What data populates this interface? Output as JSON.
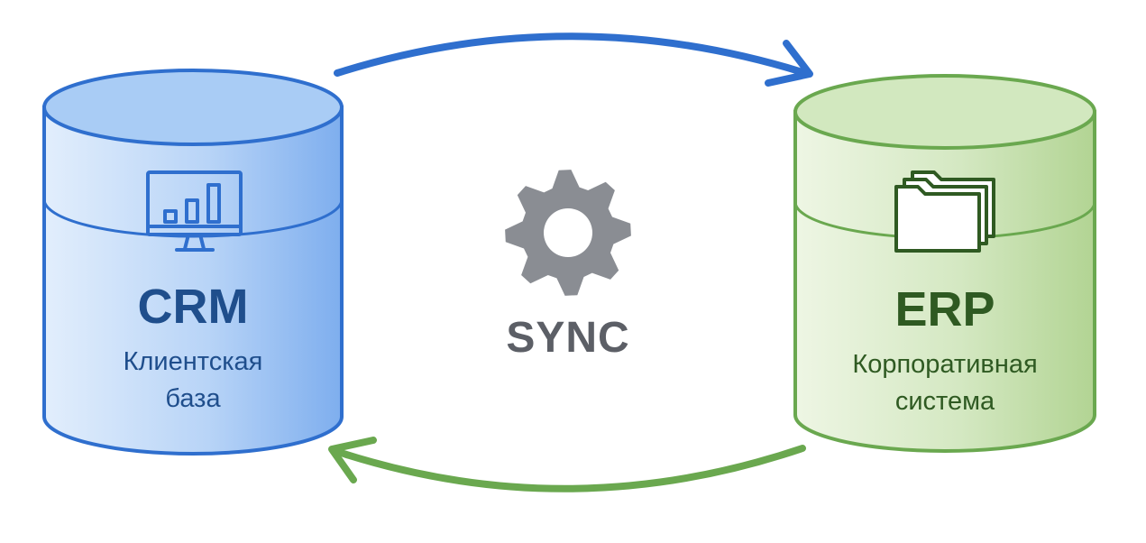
{
  "colors": {
    "crm_stroke": "#2f6fce",
    "crm_fill_light": "#e2eefc",
    "crm_fill_mid": "#b8d4f7",
    "crm_fill_dark": "#7eaeee",
    "crm_top": "#a9ccf5",
    "crm_text": "#1f4e8c",
    "erp_stroke": "#6aa84f",
    "erp_fill_light": "#eef6e4",
    "erp_fill_mid": "#d4e8c2",
    "erp_fill_dark": "#b2d493",
    "erp_top": "#d2e8bf",
    "erp_text": "#2f5a22",
    "arrow_top": "#2f6fce",
    "arrow_bottom": "#6aa84f",
    "gear": "#8a8d93",
    "sync_text": "#5c5f66"
  },
  "crm": {
    "title": "CRM",
    "subtitle_line1": "Клиентская",
    "subtitle_line2": "база",
    "icon": "monitor-bar-chart-icon"
  },
  "erp": {
    "title": "ERP",
    "subtitle_line1": "Корпоративная",
    "subtitle_line2": "система",
    "icon": "folders-icon"
  },
  "sync": {
    "label": "SYNC",
    "icon": "gear-icon"
  },
  "arrows": {
    "top": "crm-to-erp",
    "bottom": "erp-to-crm"
  }
}
